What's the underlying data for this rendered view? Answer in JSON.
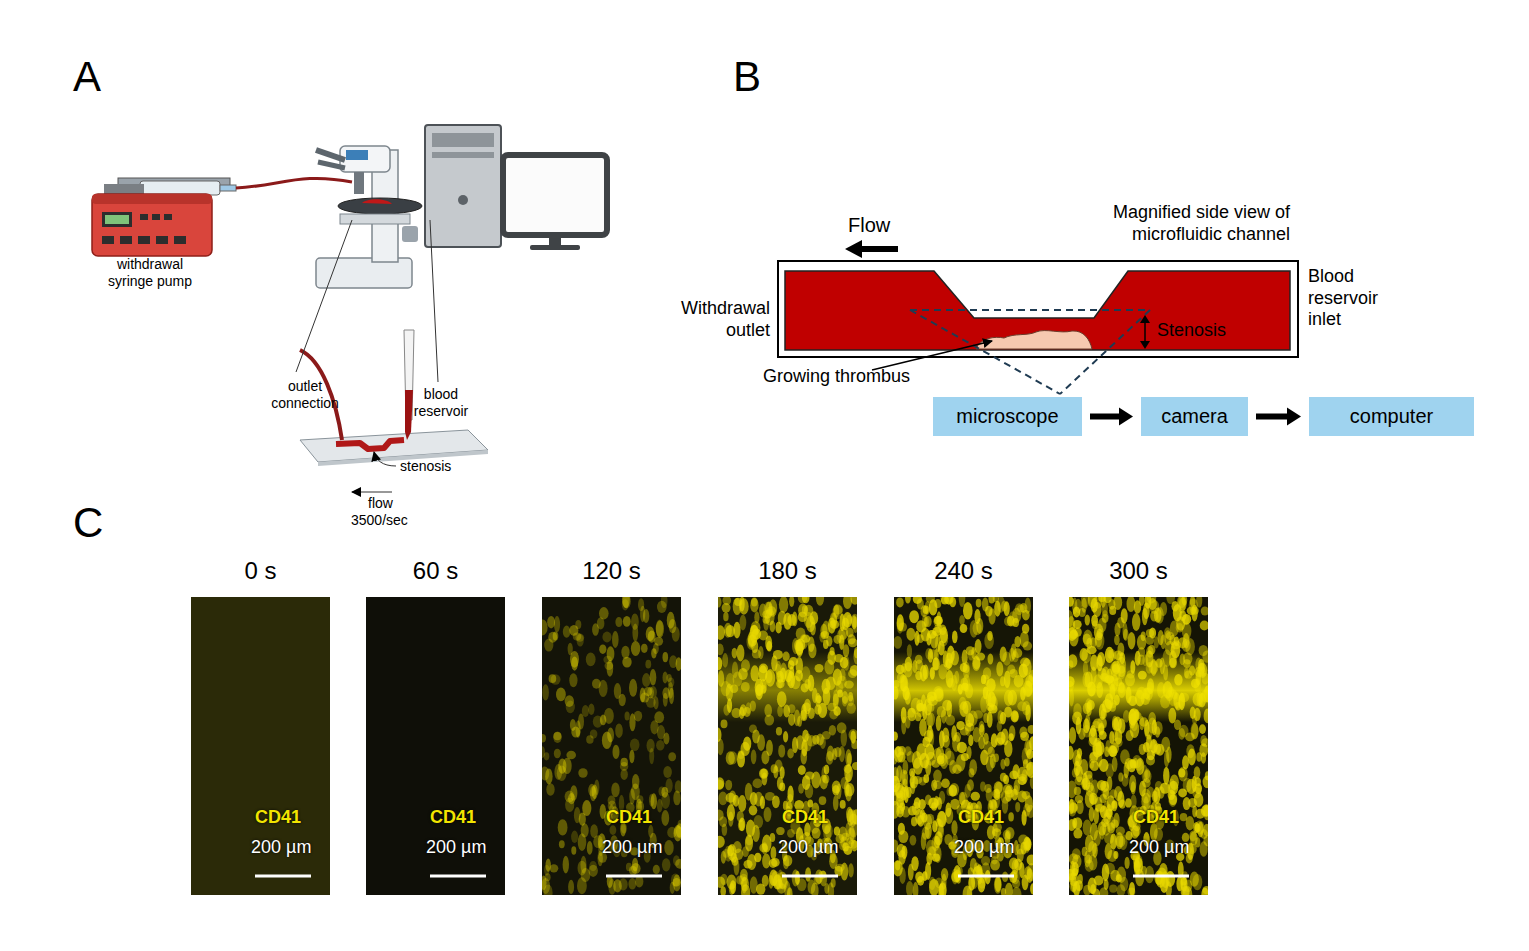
{
  "diagram": {
    "nodes": [
      {
        "text": [
          "microscope"
        ]
      },
      {
        "text": [
          "camera"
        ]
      },
      {
        "text": [
          "computer"
        ]
      },
      {
        "text": [
          "0 s",
          "CD41",
          "200 µm"
        ]
      },
      {
        "text": [
          "60 s",
          "CD41",
          "200 µm"
        ]
      },
      {
        "text": [
          "120 s",
          "CD41",
          "200 µm"
        ]
      },
      {
        "text": [
          "180 s",
          "CD41",
          "200 µm"
        ]
      },
      {
        "text": [
          "240 s",
          "CD41",
          "200 µm"
        ]
      },
      {
        "text": [
          "300 s",
          "CD41",
          "200 µm"
        ]
      }
    ],
    "edges": [
      {
        "from": 0,
        "to": 1,
        "arrow": "to"
      },
      {
        "from": 1,
        "to": 2,
        "arrow": "to"
      }
    ],
    "labels": [
      "A",
      "B",
      "C",
      "withdrawal syringe pump",
      "outlet connection",
      "blood reservoir",
      "stenosis",
      "flow",
      "3500/sec",
      "Flow",
      "Magnified side view of microfluidic channel",
      "Blood reservoir inlet",
      "Withdrawal outlet",
      "Stenosis",
      "Growing thrombus"
    ]
  }
}
